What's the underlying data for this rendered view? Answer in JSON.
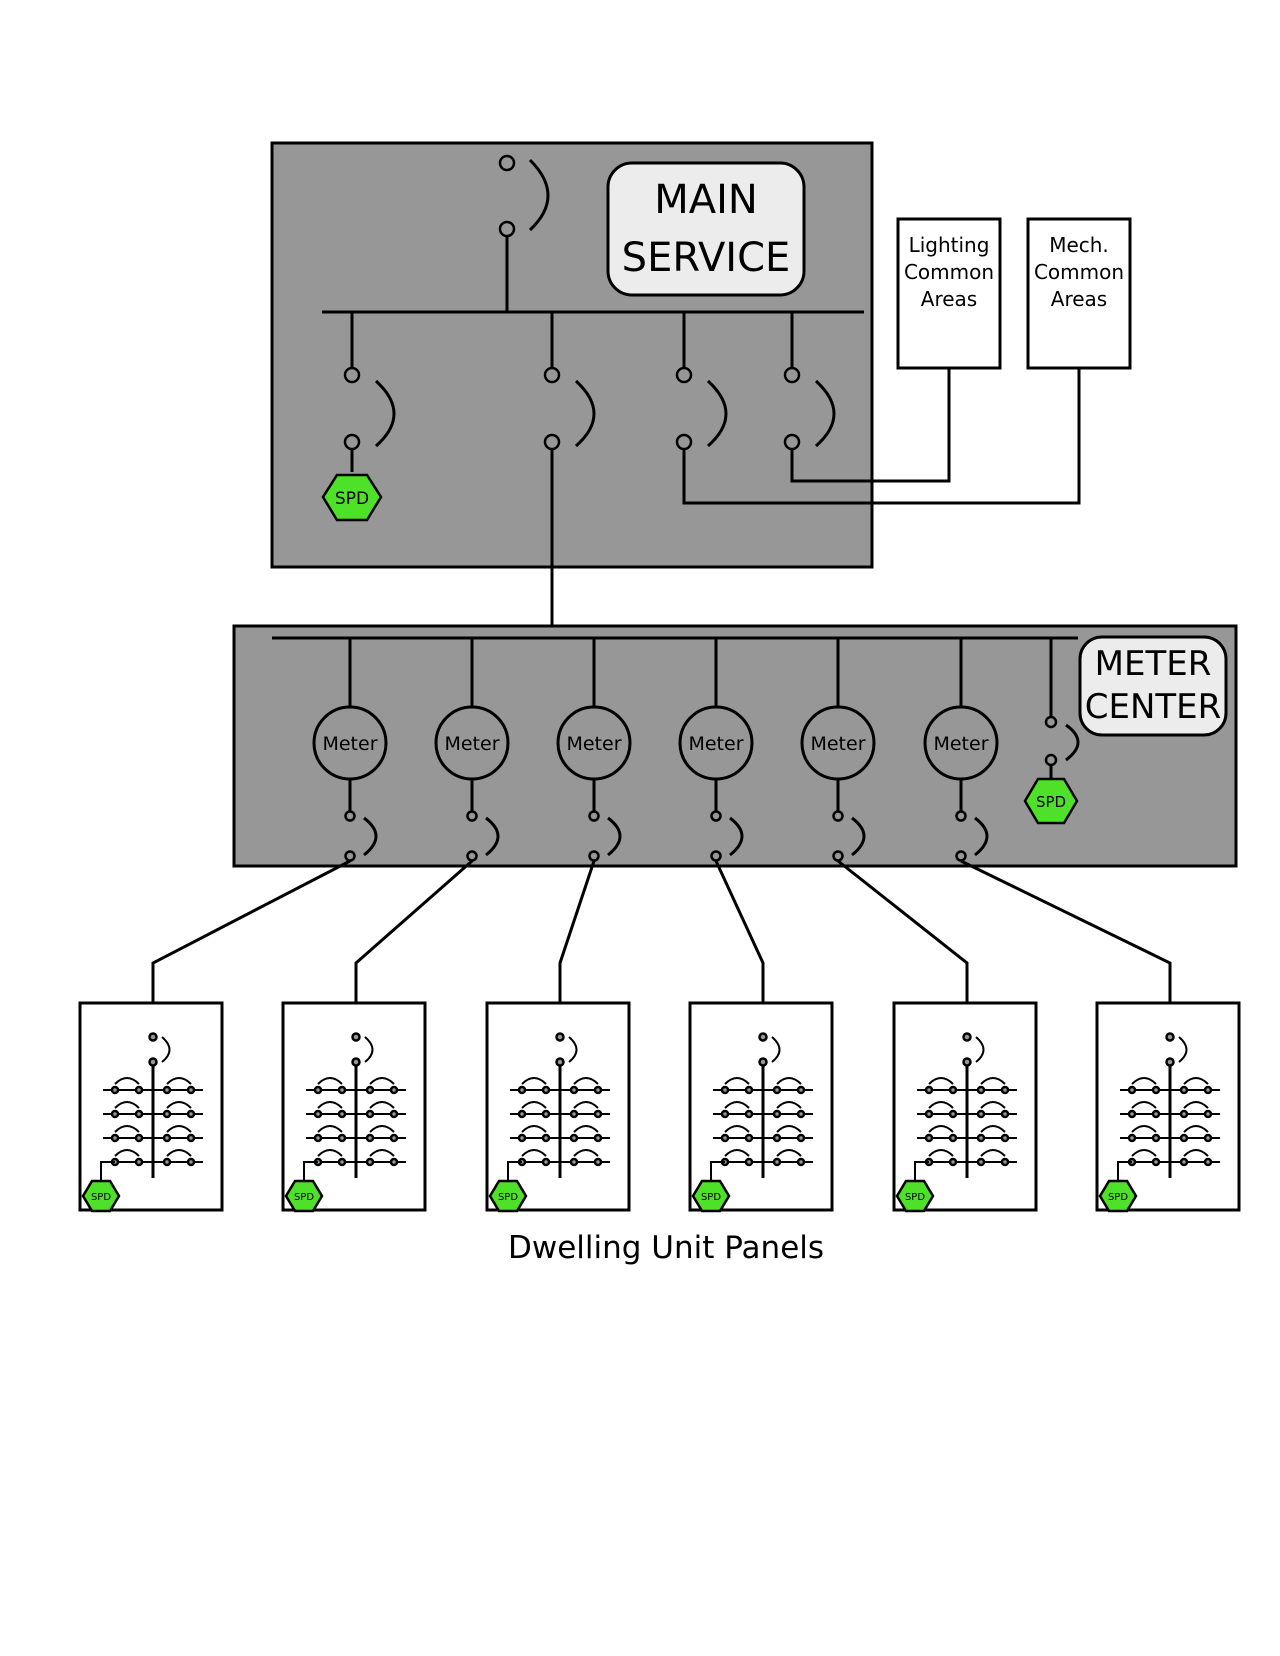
{
  "main_service": {
    "label_line1": "MAIN",
    "label_line2": "SERVICE"
  },
  "meter_center": {
    "label_line1": "METER",
    "label_line2": "CENTER"
  },
  "lighting_box": {
    "line1": "Lighting",
    "line2": "Common",
    "line3": "Areas"
  },
  "mech_box": {
    "line1": "Mech.",
    "line2": "Common",
    "line3": "Areas"
  },
  "spd_label": "SPD",
  "meter_label": "Meter",
  "meter_count": 6,
  "panel_count": 6,
  "dwelling_caption": "Dwelling Unit Panels",
  "colors": {
    "enclosure": "#979797",
    "spd": "#4fe02a",
    "label_box": "#ececec"
  }
}
